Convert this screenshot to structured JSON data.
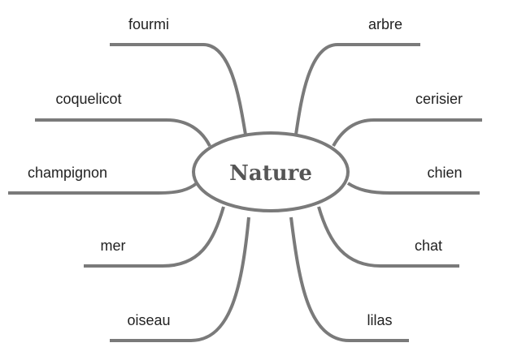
{
  "diagram": {
    "center": {
      "label": "Nature"
    },
    "left": [
      {
        "label": "fourmi"
      },
      {
        "label": "coquelicot"
      },
      {
        "label": "champignon"
      },
      {
        "label": "mer"
      },
      {
        "label": "oiseau"
      }
    ],
    "right": [
      {
        "label": "arbre"
      },
      {
        "label": "cerisier"
      },
      {
        "label": "chien"
      },
      {
        "label": "chat"
      },
      {
        "label": "lilas"
      }
    ],
    "colors": {
      "line": "#7a7a7a",
      "center_text": "#555555",
      "leaf_text": "#222222"
    }
  }
}
